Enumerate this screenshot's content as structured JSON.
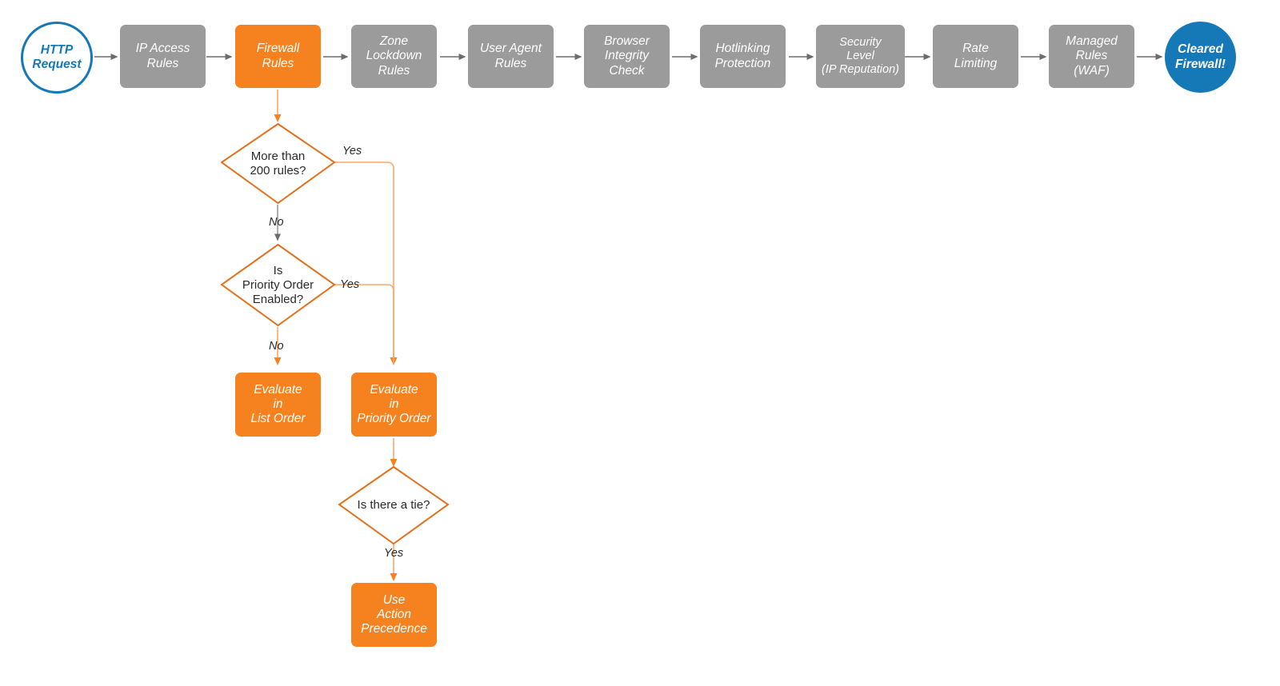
{
  "diagram": {
    "title": "Cloudflare firewall rules evaluation order flowchart",
    "colors": {
      "gray": "#9b9b9b",
      "orange": "#f6821f",
      "orange_light": "#f9a86a",
      "blue": "#1579b8",
      "arrow_gray": "#6d6d6d",
      "text_dark": "#2b2b2b",
      "background": "#ffffff"
    }
  },
  "pipeline": {
    "start": {
      "label": "HTTP\nRequest",
      "shape": "circle",
      "style": "start"
    },
    "stages": [
      {
        "label": "IP Access\nRules",
        "highlighted": false
      },
      {
        "label": "Firewall\nRules",
        "highlighted": true
      },
      {
        "label": "Zone\nLockdown\nRules",
        "highlighted": false
      },
      {
        "label": "User Agent\nRules",
        "highlighted": false
      },
      {
        "label": "Browser\nIntegrity\nCheck",
        "highlighted": false
      },
      {
        "label": "Hotlinking\nProtection",
        "highlighted": false
      },
      {
        "label": "Security\nLevel\n(IP Reputation)",
        "highlighted": false
      },
      {
        "label": "Rate\nLimiting",
        "highlighted": false
      },
      {
        "label": "Managed\nRules\n(WAF)",
        "highlighted": false
      }
    ],
    "end": {
      "label": "Cleared\nFirewall!",
      "shape": "circle",
      "style": "end"
    }
  },
  "branch": {
    "decisions": [
      {
        "id": "more-than-200-rules",
        "label": "More than\n200 rules?"
      },
      {
        "id": "is-priority-order-enabled",
        "label": "Is\nPriority Order\nEnabled?"
      },
      {
        "id": "is-there-a-tie",
        "label": "Is there a tie?"
      }
    ],
    "actions": [
      {
        "id": "evaluate-in-list-order",
        "label": "Evaluate\nin\nList Order"
      },
      {
        "id": "evaluate-in-priority-order",
        "label": "Evaluate\nin\nPriority Order"
      },
      {
        "id": "use-action-precedence",
        "label": "Use\nAction\nPrecedence"
      }
    ],
    "edge_labels": {
      "yes_rules": "Yes",
      "no_rules": "No",
      "yes_priority": "Yes",
      "no_priority": "No",
      "yes_tie": "Yes"
    }
  }
}
